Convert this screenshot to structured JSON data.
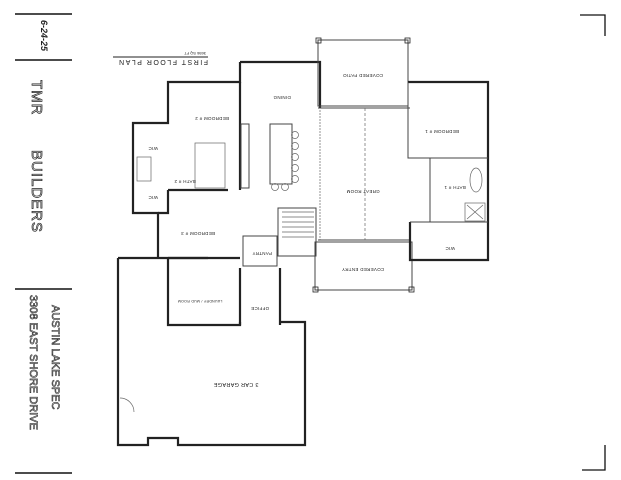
{
  "title_block": {
    "date": "6-24-25",
    "company_line1": "TMR",
    "company_line2": "BUILDERS",
    "project_name": "AUSTIN LAKE SPEC",
    "address": "3308 EAST SHORE DRIVE"
  },
  "plan": {
    "title": "FIRST FLOOR PLAN",
    "area": "3656 SQ FT",
    "rooms": {
      "covered_patio": "COVERED PATIO",
      "dining": "DINING",
      "great_room": "GREAT ROOM",
      "bedroom1": "BEDROOM # 1",
      "bedroom2": "BEDROOM # 2",
      "bedroom3": "BEDROOM # 3",
      "bath1": "BATH # 1",
      "bath2": "BATH # 2",
      "wic_master": "WIC",
      "wic_a": "WIC",
      "wic_b": "WIC",
      "pantry": "PANTRY",
      "office": "OFFICE",
      "laundry": "LAUNDRY / MUD ROOM",
      "covered_entry": "COVERED ENTRY",
      "garage": "3 CAR GARAGE"
    }
  }
}
